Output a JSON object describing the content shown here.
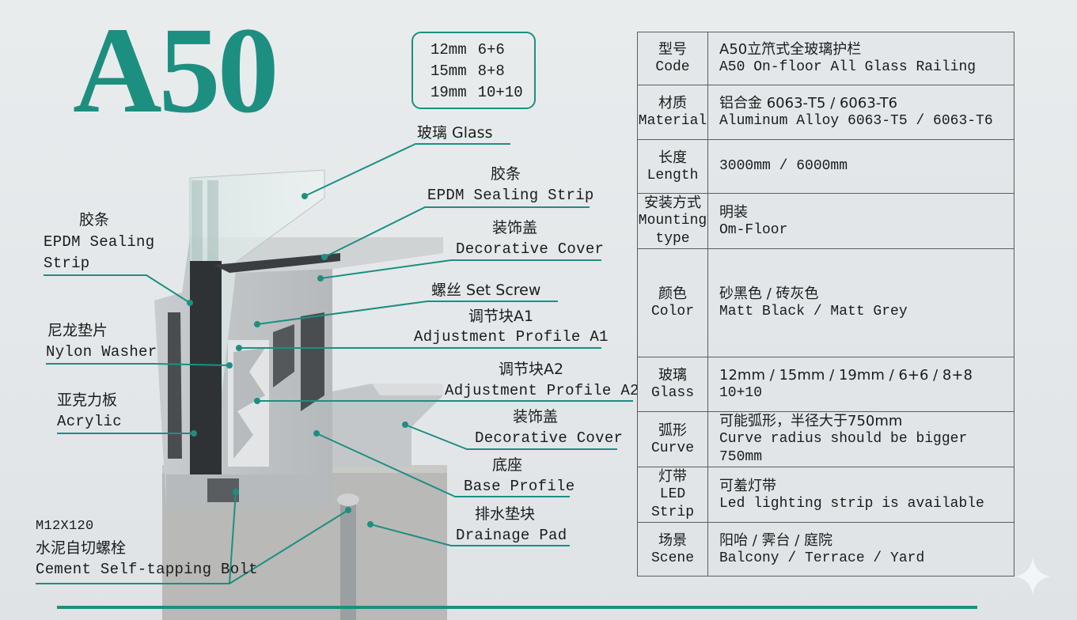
{
  "title": "A50",
  "glass_spec_box": [
    {
      "thickness": "12mm",
      "laminated": "6+6"
    },
    {
      "thickness": "15mm",
      "laminated": "8+8"
    },
    {
      "thickness": "19mm",
      "laminated": "10+10"
    }
  ],
  "callouts": {
    "glass": "玻璃 Glass",
    "epdm_right_zh": "胶条",
    "epdm_right_en": "EPDM Sealing Strip",
    "cover_top_zh": "装饰盖",
    "cover_top_en": "Decorative Cover",
    "set_screw": "螺丝 Set Screw",
    "adj_a1_zh": "调节块A1",
    "adj_a1_en": "Adjustment Profile A1",
    "adj_a2_zh": "调节块A2",
    "adj_a2_en": "Adjustment Profile A2",
    "cover_low_zh": "装饰盖",
    "cover_low_en": "Decorative Cover",
    "base_zh": "底座",
    "base_en": "Base Profile",
    "drain_zh": "排水垫块",
    "drain_en": "Drainage Pad",
    "epdm_left_zh": "胶条",
    "epdm_left_en1": "EPDM Sealing",
    "epdm_left_en2": "Strip",
    "nylon_zh": "尼龙垫片",
    "nylon_en": "Nylon Washer",
    "acrylic_zh": "亚克力板",
    "acrylic_en": "Acrylic",
    "bolt_size": "M12X120",
    "bolt_zh": "水泥自切螺栓",
    "bolt_en": "Cement Self-tapping Bolt"
  },
  "spec_table": [
    {
      "key_zh": "型号",
      "key_en": "Code",
      "val_zh": "A50立笊式全玻璃护栏",
      "val_en": "A50 On-floor All Glass Railing"
    },
    {
      "key_zh": "材质",
      "key_en": "Material",
      "val_zh": "铝合金 6063-T5 / 6063-T6",
      "val_en": "Aluminum Alloy 6063-T5 / 6063-T6"
    },
    {
      "key_zh": "长度",
      "key_en": "Length",
      "val_zh": "",
      "val_en": "3000mm / 6000mm"
    },
    {
      "key_zh": "安装方式",
      "key_en": "Mounting type",
      "val_zh": "明装",
      "val_en": "Om-Floor"
    },
    {
      "key_zh": "颜色",
      "key_en": "Color",
      "val_zh": "砂黑色 / 砖灰色",
      "val_en": "Matt Black / Matt Grey"
    },
    {
      "key_zh": "玻璃",
      "key_en": "Glass",
      "val_zh": "12mm / 15mm / 19mm / 6+6 / 8+8",
      "val_en": "10+10"
    },
    {
      "key_zh": "弧形",
      "key_en": "Curve",
      "val_zh": "可能弧形，半径大于750mm",
      "val_en": "Curve radius should be bigger 750mm"
    },
    {
      "key_zh": "灯带",
      "key_en": "LED Strip",
      "val_zh": "可羞灯带",
      "val_en": "Led lighting strip is available"
    },
    {
      "key_zh": "场景",
      "key_en": "Scene",
      "val_zh": "阳咍 / 霁台 / 庭院",
      "val_en": "Balcony / Terrace / Yard"
    }
  ],
  "colors": {
    "accent": "#1d8f80",
    "line": "#1d8f80",
    "table_border": "#5a5e60"
  }
}
